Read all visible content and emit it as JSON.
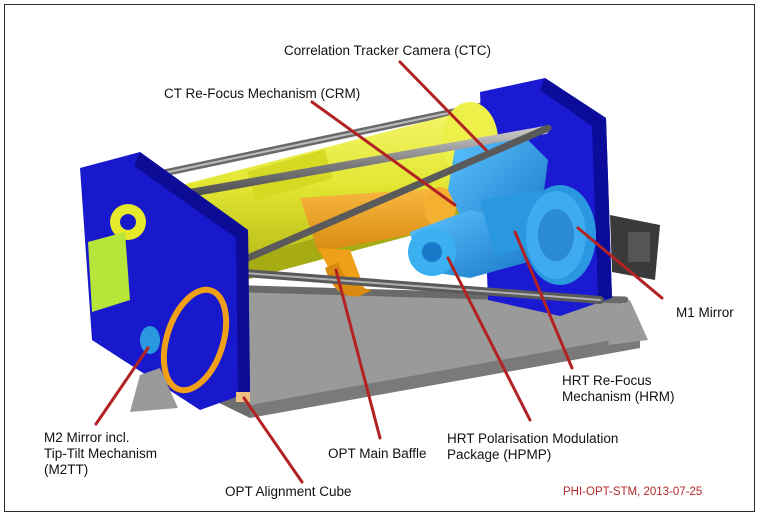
{
  "labels": {
    "ctc": "Correlation Tracker Camera (CTC)",
    "crm": "CT Re-Focus Mechanism (CRM)",
    "m1": "M1 Mirror",
    "hrm_1": "HRT Re-Focus",
    "hrm_2": "Mechanism (HRM)",
    "hpmp_1": "HRT Polarisation Modulation",
    "hpmp_2": "Package (HPMP)",
    "baffle": "OPT Main Baffle",
    "m2_1": "M2 Mirror incl.",
    "m2_2": "Tip-Tilt Mechanism",
    "m2_3": "(M2TT)",
    "cube": "OPT Alignment Cube",
    "stamp": "PHI-OPT-STM, 2013-07-25"
  },
  "colors": {
    "leader": "#b22222",
    "frame_blue": "#1414c8",
    "telescope_yellow": "#e6ea2a",
    "baffle_orange": "#f0a018",
    "unit_cyan": "#2aa0e8",
    "base_gray": "#8c8c8c",
    "stamp_red": "#b42a2a"
  }
}
